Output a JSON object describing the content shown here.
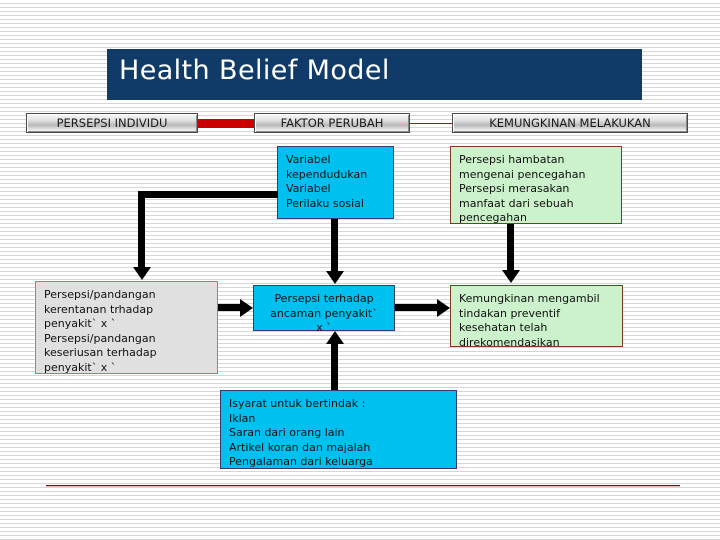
{
  "slide": {
    "title": "Health Belief Model",
    "accent_navy": "#103A67",
    "accent_red": "#cc0000",
    "cyan": "#00C0F0",
    "green": "#CCF2CC",
    "gray": "#E0E0E0"
  },
  "headers": [
    {
      "label": "PERSEPSI INDIVIDU"
    },
    {
      "label": "FAKTOR PERUBAH"
    },
    {
      "label": "KEMUNGKINAN MELAKUKAN"
    }
  ],
  "boxes": {
    "variabel": "Variabel\nkependudukan\nVariabel\nPerilaku sosial",
    "hambatan": "Persepsi hambatan\nmengenai pencegahan\nPersepsi  merasakan\nmanfaat dari sebuah\npencegahan",
    "kerentanan": "Persepsi/pandangan\nkerentanan trhadap\npenyakit` x `\nPersepsi/pandangan\nkeseriusan terhadap\npenyakit` x `",
    "ancaman": "Persepsi terhadap\nancaman penyakit`\nx `",
    "kemungkinan": "Kemungkinan mengambil\ntindakan preventif\nkesehatan telah\ndirekomendasikan",
    "isyarat": "Isyarat untuk bertindak :\n   Iklan\n   Saran dari orang lain\n   Artikel koran dan majalah\n   Pengalaman dari keluarga"
  }
}
